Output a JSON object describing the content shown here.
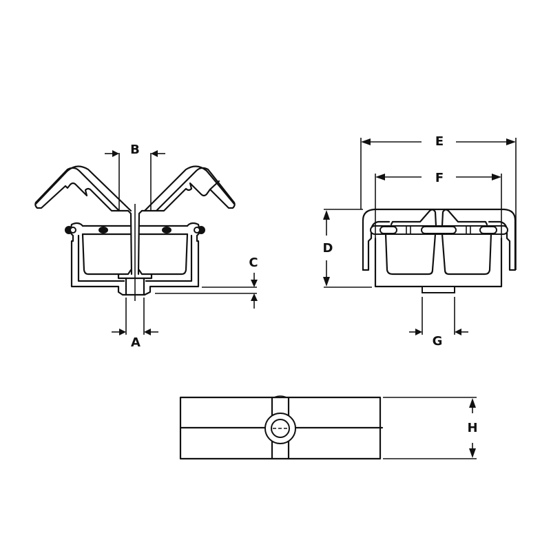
{
  "drawing": {
    "views": [
      {
        "id": "front-view",
        "description": "End/section view of cable carrier clip with V arms"
      },
      {
        "id": "side-view",
        "description": "Side view of clip with two channels"
      },
      {
        "id": "top-view",
        "description": "Top/plan view with center boss"
      }
    ],
    "dimensions": {
      "A": "A",
      "B": "B",
      "C": "C",
      "D": "D",
      "E": "E",
      "F": "F",
      "G": "G",
      "H": "H"
    },
    "colors": {
      "line": "#111111",
      "background": "#ffffff"
    }
  }
}
